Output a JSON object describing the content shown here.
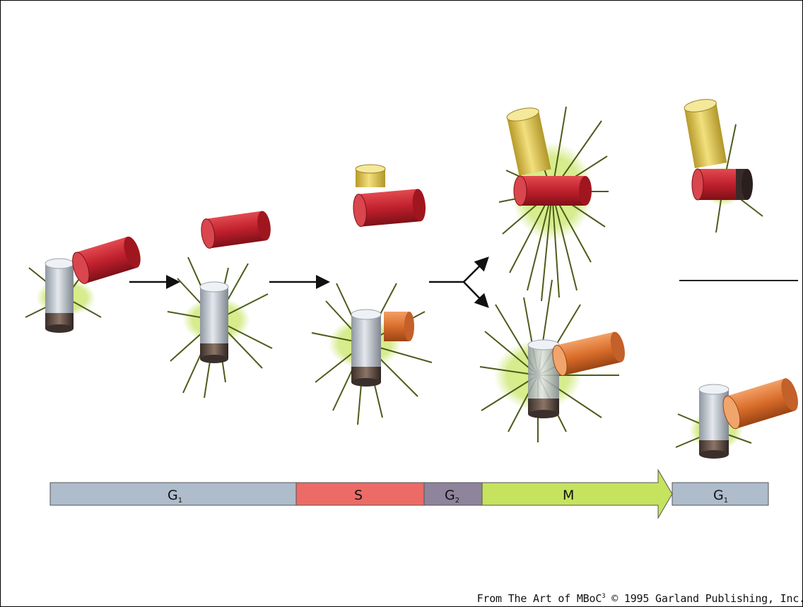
{
  "diagram": {
    "phases": [
      {
        "id": "g1-start",
        "letter": "G",
        "sub": "1",
        "color": "#aebccc"
      },
      {
        "id": "s",
        "letter": "S",
        "sub": "",
        "color": "#ec6b66"
      },
      {
        "id": "g2",
        "letter": "G",
        "sub": "2",
        "color": "#8e849b"
      },
      {
        "id": "m",
        "letter": "M",
        "sub": "",
        "color": "#c6e35f"
      },
      {
        "id": "g1-end",
        "letter": "G",
        "sub": "1",
        "color": "#aebccc"
      }
    ],
    "credit": {
      "text_before": "From The Art of MBoC",
      "superscript": "3",
      "text_after": " © 1995 Garland Publishing, Inc."
    },
    "colors": {
      "mother_centriole": "#b9c0c8",
      "daughter_centriole_red": "#c0202d",
      "daughter_centriole_orange": "#d96d2b",
      "daughter_centriole_yellow": "#dcc64c",
      "pericentriolar_material": "#c6e35f",
      "microtubule": "#4d5b1b"
    }
  }
}
